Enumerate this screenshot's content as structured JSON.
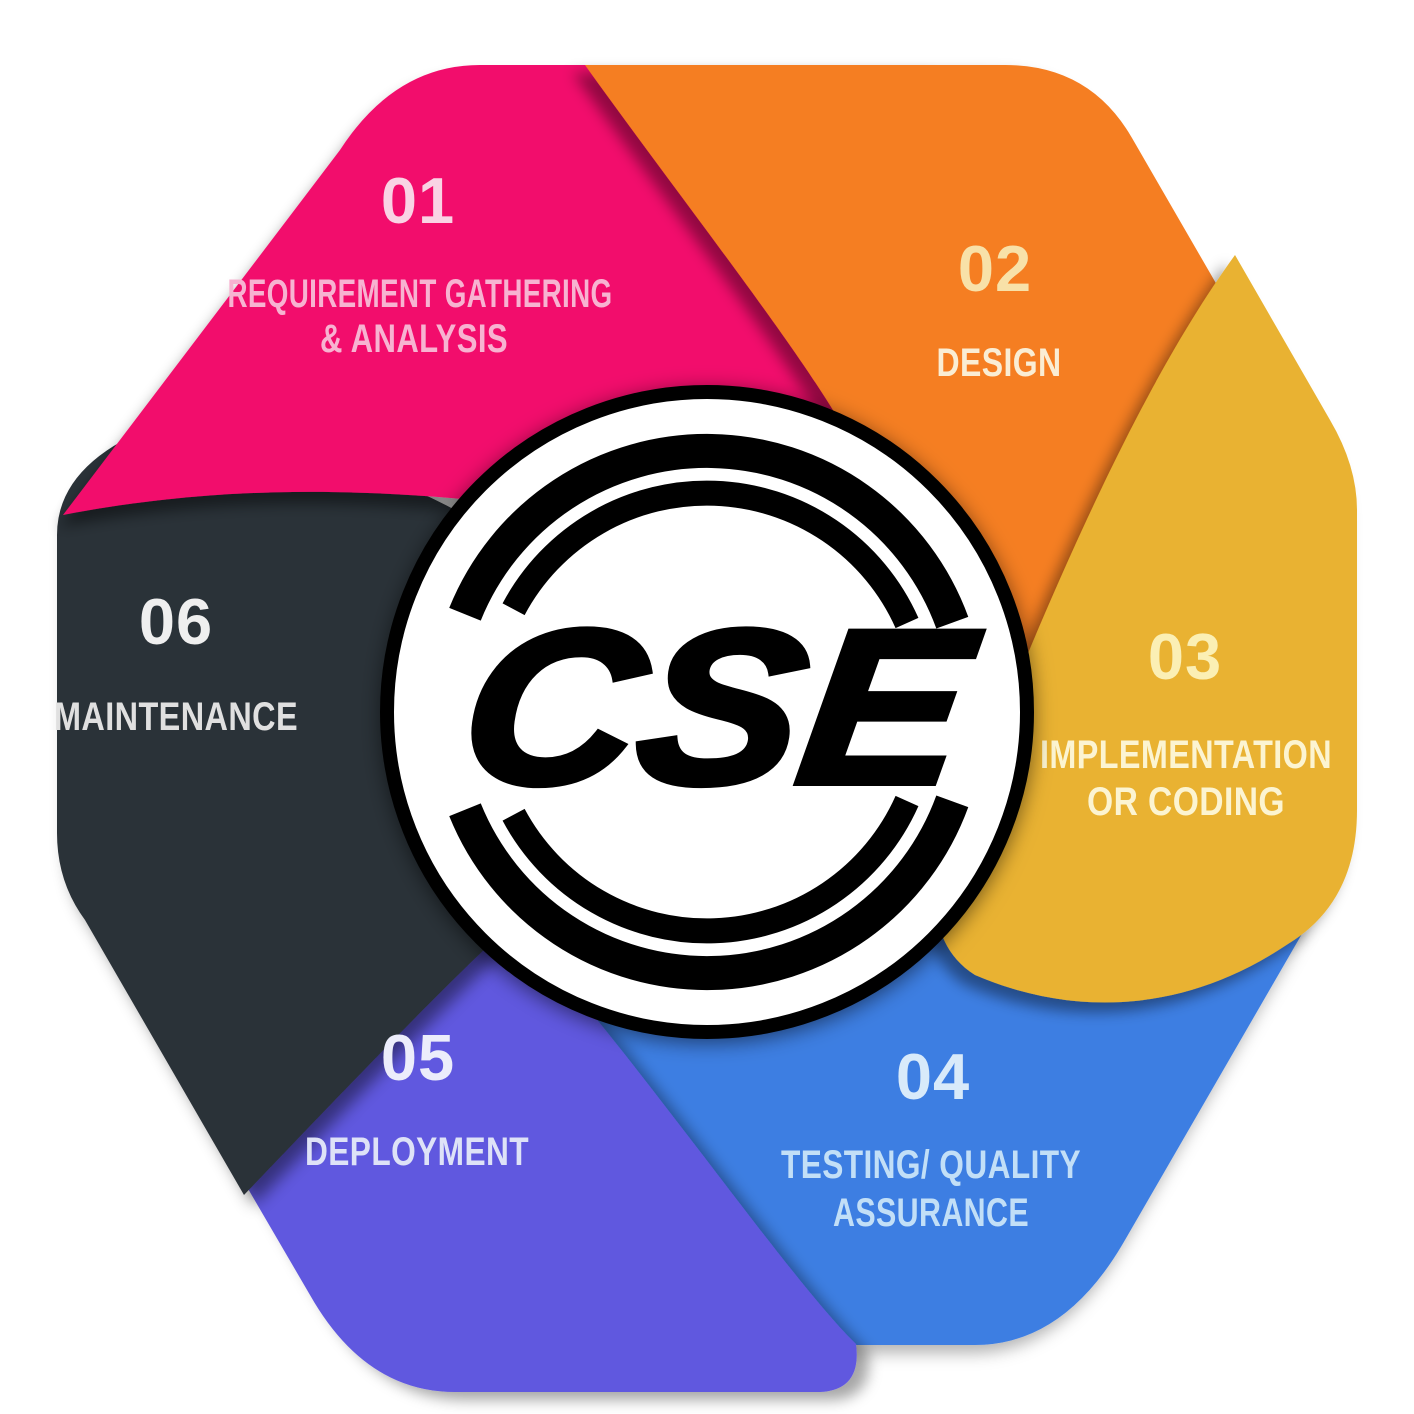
{
  "diagram": {
    "name": "software-development-life-cycle-hexagon",
    "background_color": "#FFFFFF"
  },
  "segments": [
    {
      "number": "01",
      "label_lines": [
        "REQUIREMENT GATHERING",
        "& ANALYSIS"
      ],
      "color": "#F2116C",
      "number_color": "#F9D3E4",
      "label_color": "#F7B3D1"
    },
    {
      "number": "02",
      "label_lines": [
        "DESIGN"
      ],
      "color": "#F57E20",
      "number_color": "#F8E1A8",
      "label_color": "#FAEDD4"
    },
    {
      "number": "03",
      "label_lines": [
        "IMPLEMENTATION",
        "OR CODING"
      ],
      "color": "#E9B231",
      "number_color": "#FBEFB4",
      "label_color": "#FCF4D1"
    },
    {
      "number": "04",
      "label_lines": [
        "TESTING/ QUALITY",
        "ASSURANCE"
      ],
      "color": "#3E7EE2",
      "number_color": "#D8EAFA",
      "label_color": "#C2DFF7"
    },
    {
      "number": "05",
      "label_lines": [
        "DEPLOYMENT"
      ],
      "color": "#6158DF",
      "number_color": "#ECEDFB",
      "label_color": "#DEE2F7"
    },
    {
      "number": "06",
      "label_lines": [
        "MAINTENANCE"
      ],
      "color": "#2B3137",
      "number_color": "#EFEFEF",
      "label_color": "#E0E0E0"
    }
  ],
  "logo": {
    "text": "CSE",
    "text_color": "#000000",
    "ring_color": "#000000",
    "arc_color": "#000000",
    "background": "#FFFFFF"
  }
}
